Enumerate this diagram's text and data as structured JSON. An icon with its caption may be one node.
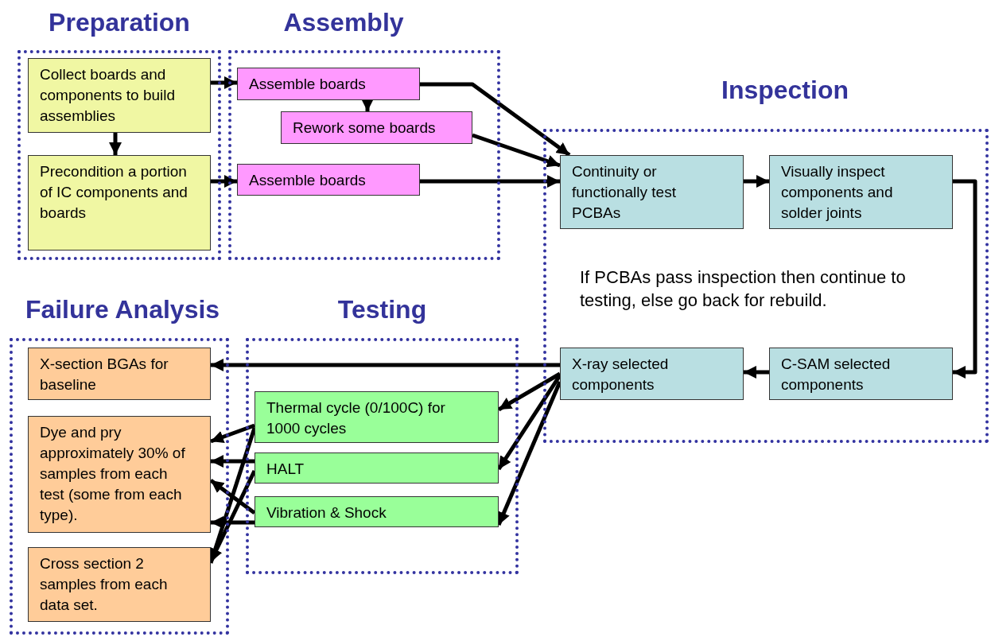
{
  "diagram": {
    "nodes": [
      {
        "text": [
          "Preparation"
        ]
      },
      {
        "text": [
          "Collect boards and components to build assemblies"
        ],
        "in": 0
      },
      {
        "text": [
          "Precondition a portion of IC components and boards"
        ],
        "in": 0
      },
      {
        "text": [
          "Assembly"
        ]
      },
      {
        "text": [
          "Assemble boards"
        ],
        "in": 3
      },
      {
        "text": [
          "Rework some boards"
        ],
        "in": 3
      },
      {
        "text": [
          "Assemble boards"
        ],
        "in": 3
      },
      {
        "text": [
          "Inspection",
          "If PCBAs pass inspection then continue to testing, else go back for rebuild."
        ]
      },
      {
        "text": [
          "Continuity or functionally test PCBAs"
        ],
        "in": 7
      },
      {
        "text": [
          "Visually inspect components and solder joints"
        ],
        "in": 7
      },
      {
        "text": [
          "C-SAM selected components"
        ],
        "in": 7
      },
      {
        "text": [
          "X-ray selected components"
        ],
        "in": 7
      },
      {
        "text": [
          "Failure Analysis"
        ]
      },
      {
        "text": [
          "X-section BGAs for baseline"
        ],
        "in": 12
      },
      {
        "text": [
          "Dye and pry approximately 30% of samples from each test (some from each type)."
        ],
        "in": 12
      },
      {
        "text": [
          "Cross section 2 samples from each data set."
        ],
        "in": 12
      },
      {
        "text": [
          "Testing"
        ]
      },
      {
        "text": [
          "Thermal cycle (0/100C) for 1000 cycles"
        ],
        "in": 16
      },
      {
        "text": [
          "HALT"
        ],
        "in": 16
      },
      {
        "text": [
          "Vibration & Shock"
        ],
        "in": 16
      }
    ],
    "edges": [
      {
        "from": 1,
        "to": 4,
        "arrow": "to"
      },
      {
        "from": 2,
        "to": 6,
        "arrow": "to"
      },
      {
        "from": 1,
        "to": 2,
        "arrow": "to"
      },
      {
        "from": 4,
        "to": 5,
        "arrow": "to"
      },
      {
        "from": 4,
        "to": 8,
        "arrow": "to"
      },
      {
        "from": 5,
        "to": 8,
        "arrow": "to"
      },
      {
        "from": 6,
        "to": 8,
        "arrow": "to"
      },
      {
        "from": 8,
        "to": 9,
        "arrow": "to"
      },
      {
        "from": 9,
        "to": 10,
        "arrow": "to"
      },
      {
        "from": 10,
        "to": 11,
        "arrow": "to"
      },
      {
        "from": 11,
        "to": 13,
        "arrow": "to"
      },
      {
        "from": 11,
        "to": 17,
        "arrow": "to"
      },
      {
        "from": 11,
        "to": 18,
        "arrow": "to"
      },
      {
        "from": 11,
        "to": 19,
        "arrow": "to"
      },
      {
        "from": 17,
        "to": 14,
        "arrow": "to"
      },
      {
        "from": 17,
        "to": 15,
        "arrow": "to"
      },
      {
        "from": 18,
        "to": 14,
        "arrow": "to"
      },
      {
        "from": 18,
        "to": 15,
        "arrow": "to"
      },
      {
        "from": 19,
        "to": 14,
        "arrow": "to"
      },
      {
        "from": 19,
        "to": 14,
        "arrow": "to"
      }
    ]
  }
}
